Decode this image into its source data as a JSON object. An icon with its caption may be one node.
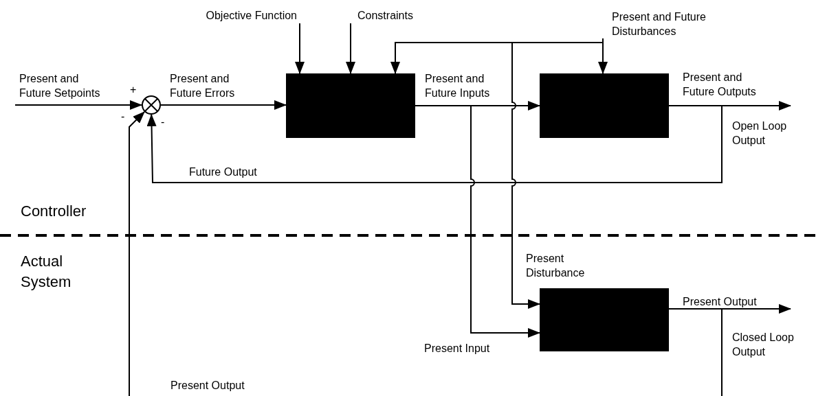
{
  "diagram": {
    "nodes": [
      {
        "text": [],
        "shape": "circle"
      },
      {
        "text": [],
        "shape": "box"
      },
      {
        "text": [],
        "shape": "box"
      },
      {
        "text": [],
        "shape": "box"
      },
      {
        "text": [
          "Objective Function"
        ]
      },
      {
        "text": [
          "Constraints"
        ]
      },
      {
        "text": [
          "Present and Future Disturbances"
        ]
      }
    ],
    "edges": [
      {
        "from": null,
        "to": 0,
        "arrow": "to",
        "label": "Present and Future Setpoints"
      },
      {
        "from": 0,
        "to": 1,
        "arrow": "to",
        "label": "Present and Future Errors"
      },
      {
        "from": 4,
        "to": 1,
        "arrow": "to"
      },
      {
        "from": 5,
        "to": 1,
        "arrow": "to"
      },
      {
        "from": 6,
        "to": 1,
        "arrow": "to"
      },
      {
        "from": 6,
        "to": 2,
        "arrow": "to"
      },
      {
        "from": 6,
        "to": 3,
        "arrow": "to",
        "label": "Present Disturbance"
      },
      {
        "from": 1,
        "to": 2,
        "arrow": "to",
        "label": "Present and Future Inputs"
      },
      {
        "from": 1,
        "to": 3,
        "arrow": "to",
        "label": "Present Input"
      },
      {
        "from": 2,
        "to": null,
        "arrow": "to",
        "label": "Present and Future Outputs"
      },
      {
        "from": 2,
        "to": 0,
        "arrow": "to",
        "label": "Future Output"
      },
      {
        "from": 3,
        "to": null,
        "arrow": "to",
        "label": "Present Output"
      },
      {
        "from": 3,
        "to": null,
        "arrow": "none"
      },
      {
        "from": null,
        "to": 0,
        "arrow": "to",
        "label": "Present Output"
      }
    ],
    "labels": [
      "+",
      "-",
      "-",
      "Open Loop Output",
      "Closed Loop Output",
      "Controller",
      "Actual System"
    ]
  }
}
